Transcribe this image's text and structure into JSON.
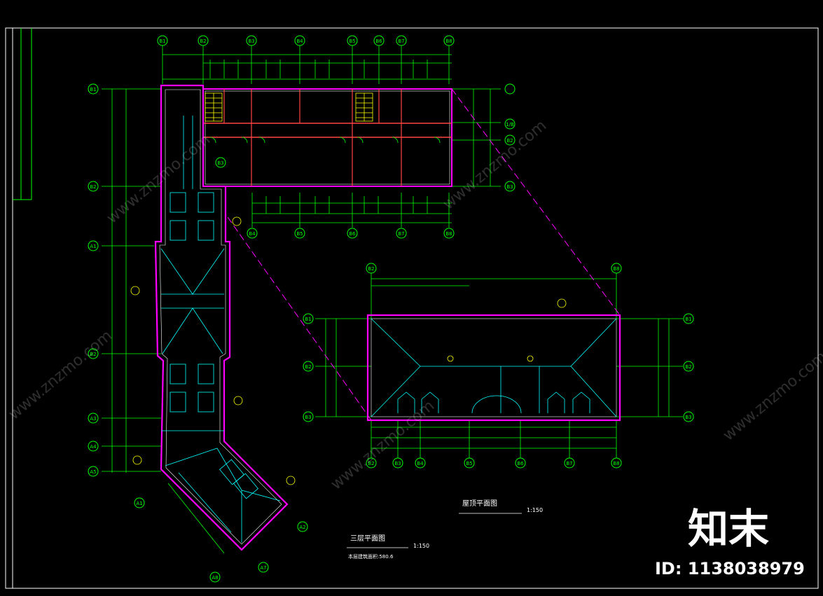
{
  "drawing": {
    "background_color": "#000000",
    "line_color": "#00ff00",
    "wall_color": "#ff00ff",
    "roof_color": "#00ffff",
    "accent_color": "#ffff00",
    "text_color": "#ffffff"
  },
  "third_floor_plan": {
    "title": "三层平面图",
    "scale": "1:150",
    "area_note": "本层建筑面积:580.6"
  },
  "roof_plan": {
    "title": "屋顶平面图",
    "scale": "1:150"
  },
  "axis_labels": {
    "top": [
      "B1",
      "B2",
      "B3",
      "B4",
      "B5",
      "B6",
      "B7",
      "B8"
    ],
    "bottom_upper": [
      "B3",
      "B4",
      "B5",
      "B6",
      "B7",
      "B8"
    ],
    "right_upper": [
      "1/B",
      "B2",
      "B3"
    ],
    "left": [
      "B1",
      "B2",
      "A1",
      "B2",
      "A3",
      "A4",
      "A5"
    ],
    "roof_top": [
      "B2",
      "B8"
    ],
    "roof_bottom": [
      "B2",
      "B3",
      "B4",
      "B5",
      "B6",
      "B7",
      "B8"
    ],
    "roof_left": [
      "B1",
      "B2",
      "B3"
    ],
    "roof_right": [
      "B1",
      "B2",
      "B3"
    ],
    "angled": [
      "A1",
      "A2",
      "A8",
      "A7"
    ]
  },
  "watermark": {
    "logo_text": "知末",
    "id_text": "ID: 1138038979",
    "site_text": "www.znzmo.com"
  }
}
